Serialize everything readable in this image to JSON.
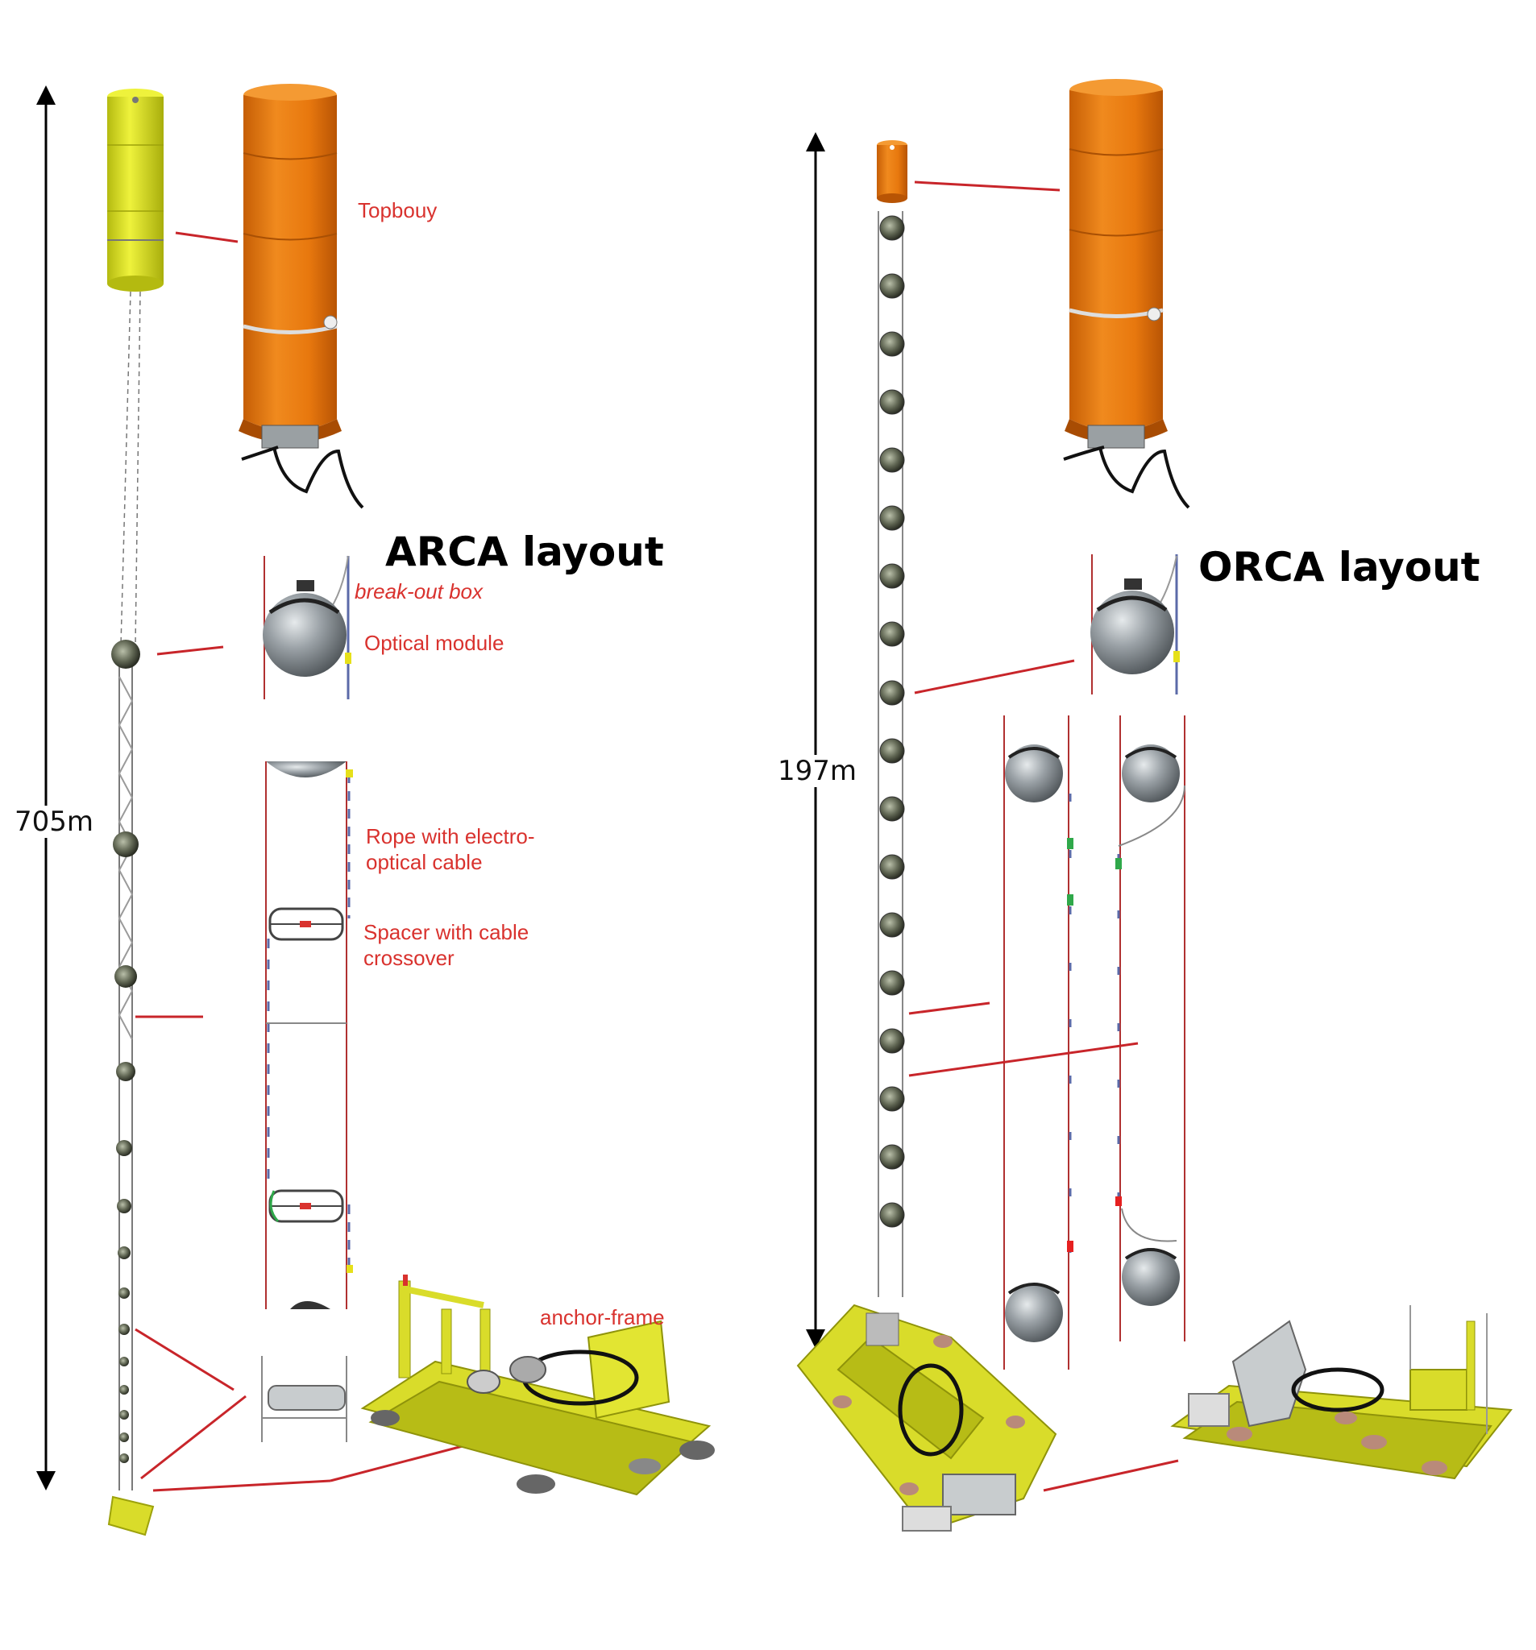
{
  "colors": {
    "buoy_orange": "#e8780e",
    "buoy_yellow": "#d8e21c",
    "frame_yellow": "#d9dc2a",
    "label_red": "#d9322e",
    "leader_red": "#c8252a",
    "sphere_gray": "#8f969b"
  },
  "arca": {
    "title": "ARCA layout",
    "height_label": "705m",
    "labels": {
      "topbuoy": "Topbouy",
      "breakout": "break-out box",
      "optical": "Optical module",
      "rope": "Rope with electro-\noptical cable",
      "spacer": "Spacer with cable\ncrossover",
      "anchor": "anchor-frame"
    }
  },
  "orca": {
    "title": "ORCA layout",
    "height_label": "197m"
  },
  "icons": [
    "topbuoy-icon",
    "optical-module-icon",
    "spacer-icon",
    "anchor-frame-icon",
    "double-arrow-icon"
  ]
}
